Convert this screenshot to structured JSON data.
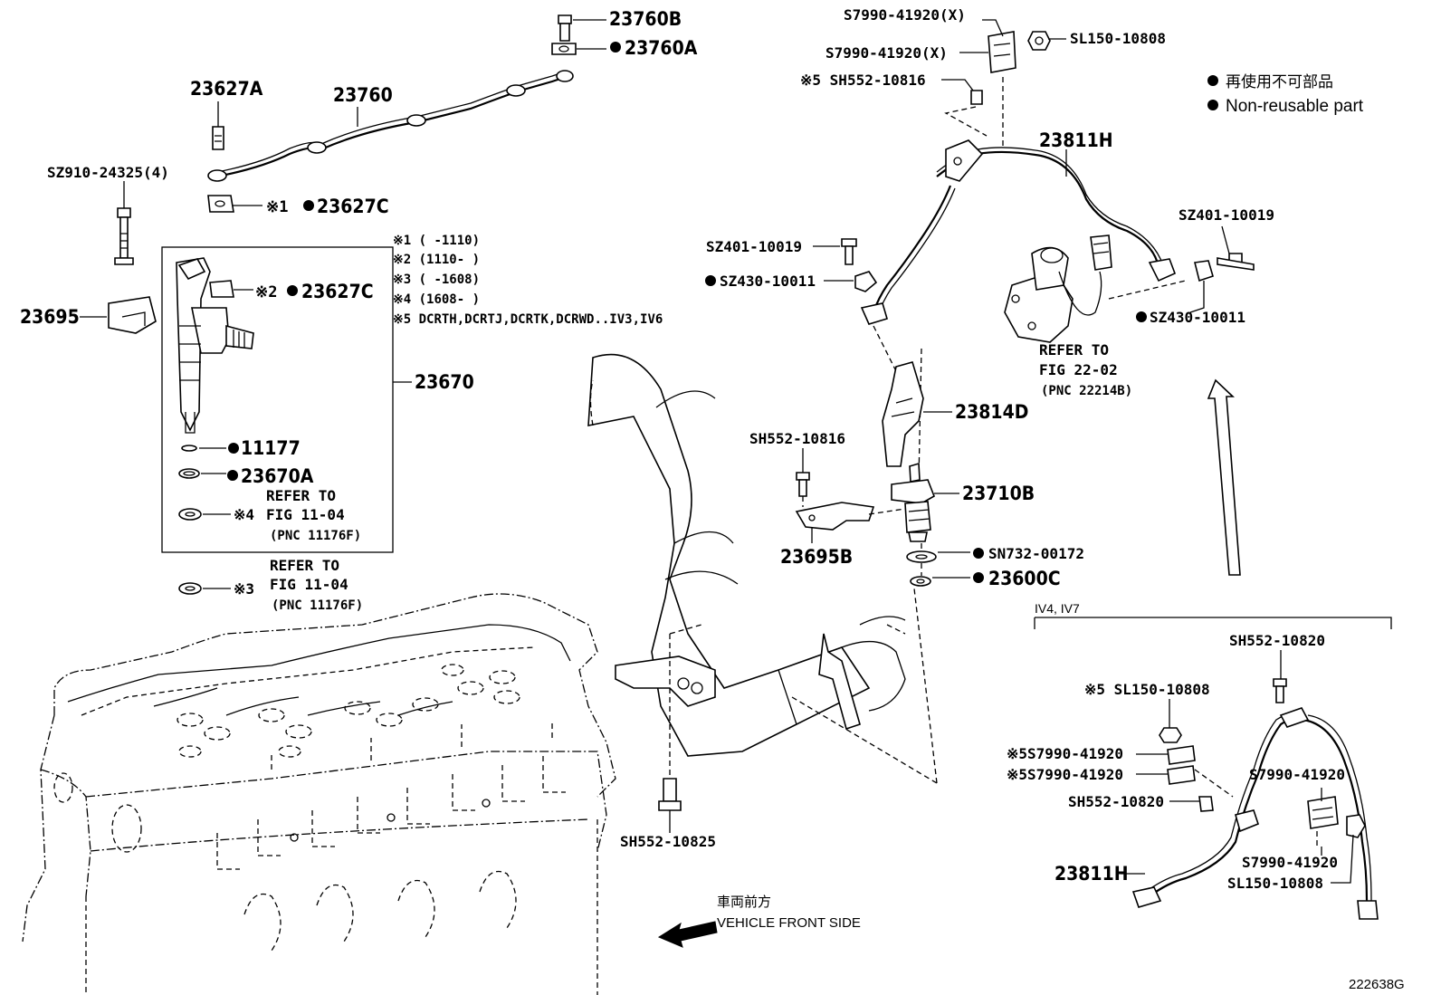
{
  "figure_id": "222638G",
  "legend": {
    "non_reusable_jp": "再使用不可部品",
    "non_reusable_en": "Non-reusable part"
  },
  "notes": {
    "n1": "※1 (      -1110)",
    "n2": "※2 (1110-      )",
    "n3": "※3 (      -1608)",
    "n4": "※4 (1608-      )",
    "n5": "※5 DCRTH,DCRTJ,DCRTK,DCRWD..IV3,IV6"
  },
  "direction": {
    "jp": "車両前方",
    "en": "VEHICLE FRONT SIDE"
  },
  "inset_label": "IV4, IV7",
  "refer": {
    "r1_a": "REFER TO",
    "r1_b": "FIG 11-04",
    "r1_c": "(PNC 11176F)",
    "r2_a": "REFER TO",
    "r2_b": "FIG 11-04",
    "r2_c": "(PNC 11176F)",
    "r3_a": "REFER TO",
    "r3_b": "FIG 22-02",
    "r3_c": "(PNC 22214B)"
  },
  "parts": {
    "p23760B": "23760B",
    "p23760A": "23760A",
    "p23627A": "23627A",
    "p23760": "23760",
    "pSZ910": "SZ910-24325(4)",
    "p23627C_1": "23627C",
    "p23627C_1_note": "※1",
    "p23695": "23695",
    "p23627C_2": "23627C",
    "p23627C_2_note": "※2",
    "p23670": "23670",
    "p11177": "11177",
    "p23670A": "23670A",
    "note4": "※4",
    "note3": "※3",
    "pS7990_top1": "S7990-41920(X)",
    "pS7990_top2": "S7990-41920(X)",
    "pSL150_top": "SL150-10808",
    "pSH552_top": "※5 SH552-10816",
    "p23811H_top": "23811H",
    "pSZ401_left": "SZ401-10019",
    "pSZ430_left": "SZ430-10011",
    "pSZ401_right": "SZ401-10019",
    "pSZ430_right": "SZ430-10011",
    "p23814D": "23814D",
    "pSH552_mid": "SH552-10816",
    "p23710B": "23710B",
    "p23695B": "23695B",
    "pSN732": "SN732-00172",
    "p23600C": "23600C",
    "pSH552_10825": "SH552-10825",
    "inset_SH552_10820_top": "SH552-10820",
    "inset_SL150": "※5 SL150-10808",
    "inset_S7990_n1": "※5S7990-41920",
    "inset_S7990_n2": "※5S7990-41920",
    "inset_SH552_10820_left": "SH552-10820",
    "inset_S7990_r1": "S7990-41920",
    "inset_S7990_r2": "S7990-41920",
    "inset_SL150_r": "SL150-10808",
    "inset_23811H": "23811H"
  }
}
